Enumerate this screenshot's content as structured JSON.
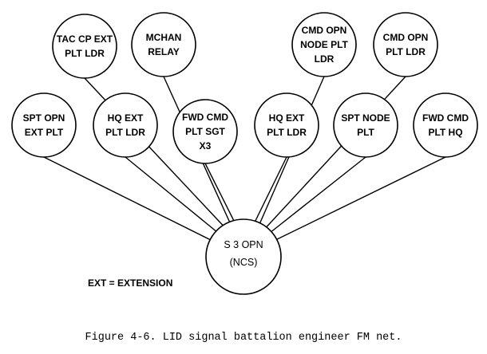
{
  "diagram": {
    "hub": {
      "lines": [
        "S 3 OPN",
        "(NCS)"
      ]
    },
    "nodes": [
      {
        "id": "tac-cp-ext-plt-ldr",
        "lines": [
          "TAC CP EXT",
          "PLT LDR"
        ]
      },
      {
        "id": "mchan-relay",
        "lines": [
          "MCHAN",
          "RELAY"
        ]
      },
      {
        "id": "cmd-opn-node-plt-ldr",
        "lines": [
          "CMD OPN",
          "NODE PLT",
          "LDR"
        ]
      },
      {
        "id": "cmd-opn-plt-ldr",
        "lines": [
          "CMD OPN",
          "PLT LDR"
        ]
      },
      {
        "id": "spt-opn-ext-plt",
        "lines": [
          "SPT OPN",
          "EXT PLT"
        ]
      },
      {
        "id": "hq-ext-plt-ldr-left",
        "lines": [
          "HQ EXT",
          "PLT LDR"
        ]
      },
      {
        "id": "fwd-cmd-plt-sgt-x3",
        "lines": [
          "FWD CMD",
          "PLT SGT",
          "X3"
        ]
      },
      {
        "id": "hq-ext-plt-ldr-right",
        "lines": [
          "HQ EXT",
          "PLT LDR"
        ]
      },
      {
        "id": "spt-node-plt",
        "lines": [
          "SPT NODE",
          "PLT"
        ]
      },
      {
        "id": "fwd-cmd-plt-hq",
        "lines": [
          "FWD CMD",
          "PLT HQ"
        ]
      }
    ]
  },
  "legend": {
    "text": "EXT = EXTENSION"
  },
  "caption": {
    "text": "Figure 4-6. LID signal battalion engineer FM net."
  }
}
